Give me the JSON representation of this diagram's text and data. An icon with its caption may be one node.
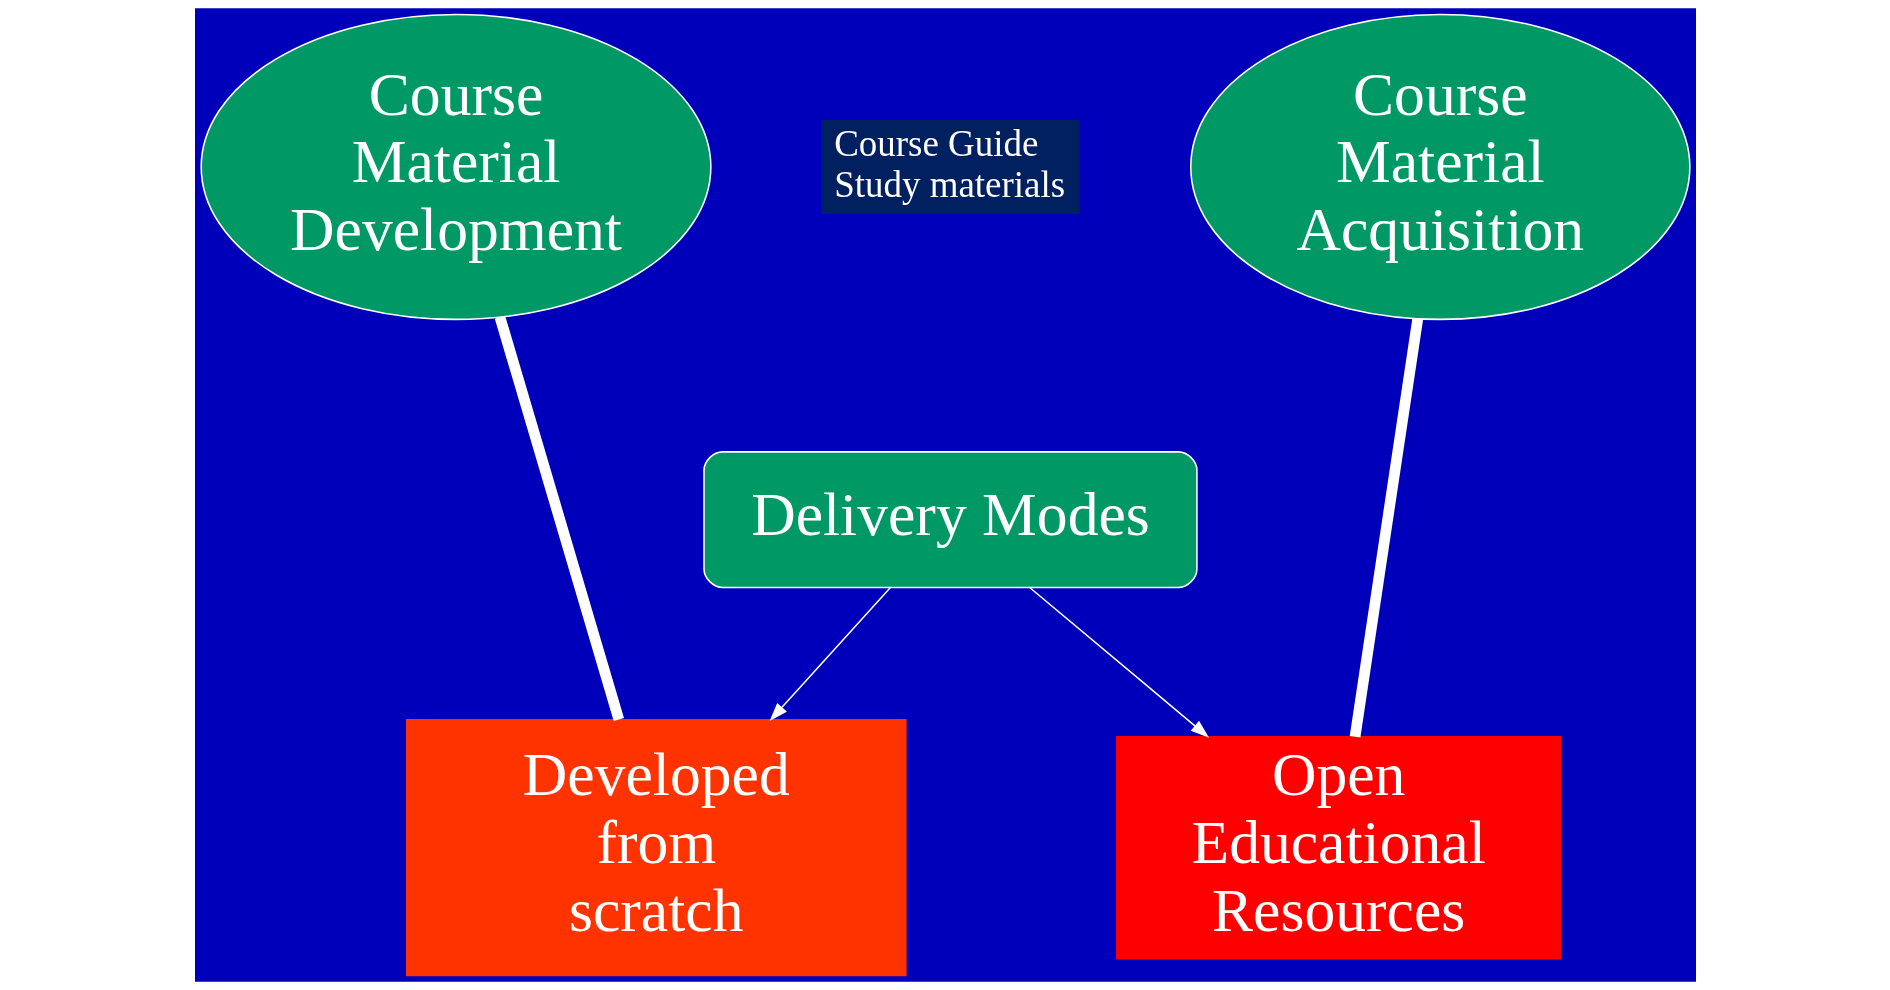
{
  "diagram": {
    "nodes": [
      {
        "text": [
          "Course Material Development"
        ]
      },
      {
        "text": [
          "Course Guide",
          "Study materials"
        ]
      },
      {
        "text": [
          "Course Material Acquisition"
        ]
      },
      {
        "text": [
          "Delivery Modes"
        ]
      },
      {
        "text": [
          "Developed from scratch"
        ]
      },
      {
        "text": [
          "Open Educational Resources"
        ]
      }
    ],
    "edges": [
      {
        "from": 0,
        "to": 4,
        "arrow": "none",
        "style": "thick"
      },
      {
        "from": 2,
        "to": 5,
        "arrow": "none",
        "style": "thick"
      },
      {
        "from": 3,
        "to": 4,
        "arrow": "to"
      },
      {
        "from": 3,
        "to": 5,
        "arrow": "to"
      }
    ]
  }
}
